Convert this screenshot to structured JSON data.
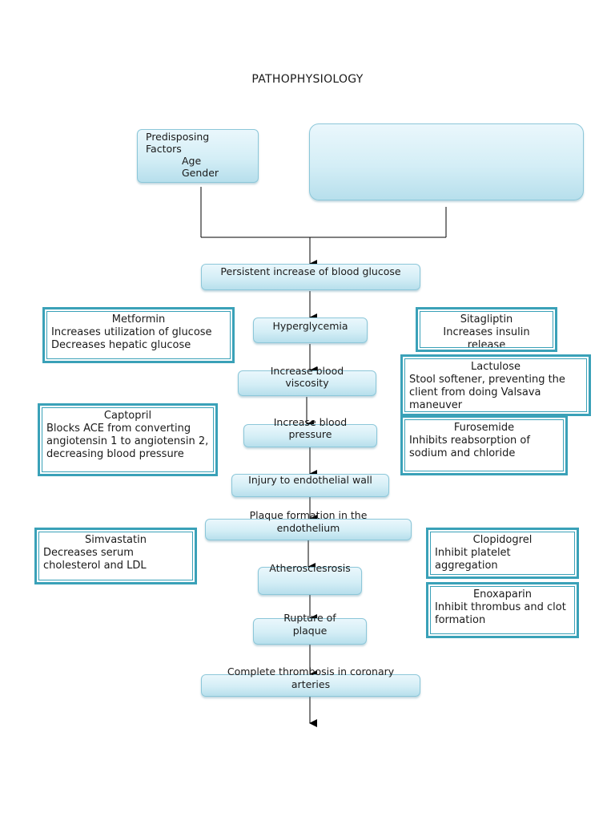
{
  "title": "PATHOPHYSIOLOGY",
  "predisposing": {
    "heading_line1": "Predisposing",
    "heading_line2": "Factors",
    "items": [
      "Age",
      "Gender"
    ]
  },
  "precipitating": {
    "text": ""
  },
  "flow": [
    "Persistent increase of blood glucose",
    "Hyperglycemia",
    "Increase blood viscosity",
    "Increase blood pressure",
    "Injury to endothelial wall",
    "Plaque formation in the endothelium",
    "Atherosclesrosis",
    "Rupture of plaque",
    "Complete thrombosis in coronary arteries"
  ],
  "drugs": {
    "metformin": {
      "name": "Metformin",
      "desc": "Increases utilization of glucose Decreases hepatic glucose"
    },
    "sitagliptin": {
      "name": "Sitagliptin",
      "desc": "Increases insulin release"
    },
    "lactulose": {
      "name": "Lactulose",
      "desc": "Stool softener, preventing the client from doing Valsava maneuver"
    },
    "captopril": {
      "name": "Captopril",
      "desc": "Blocks ACE from converting angiotensin 1 to angiotensin 2, decreasing blood pressure"
    },
    "furosemide": {
      "name": "Furosemide",
      "desc": "Inhibits reabsorption of sodium and chloride"
    },
    "simvastatin": {
      "name": "Simvastatin",
      "desc": "Decreases serum cholesterol and LDL"
    },
    "clopidogrel": {
      "name": "Clopidogrel",
      "desc": "Inhibit platelet aggregation"
    },
    "enoxaparin": {
      "name": "Enoxaparin",
      "desc": "Inhibit thrombus and clot formation"
    }
  },
  "colors": {
    "node_fill": "#d4eef6",
    "node_border": "#8cc7d9",
    "drug_border": "#3aa1b8",
    "line": "#000000"
  }
}
